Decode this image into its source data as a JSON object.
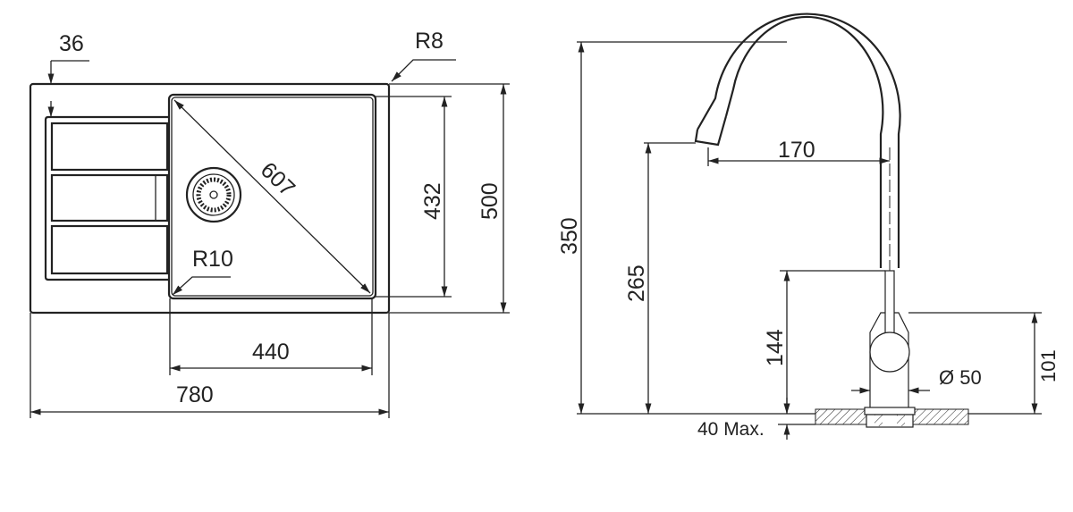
{
  "sink": {
    "dim_edge": "36",
    "dim_corner_radius": "R8",
    "dim_diagonal": "607",
    "dim_basin_depth": "432",
    "dim_overall_depth": "500",
    "dim_basin_radius": "R10",
    "dim_basin_width": "440",
    "dim_overall_width": "780"
  },
  "faucet": {
    "dim_total_height": "350",
    "dim_spout_reach": "170",
    "dim_spout_height": "265",
    "dim_lever_height": "144",
    "dim_base_diameter": "Ø 50",
    "dim_body_height": "101",
    "dim_counter_thickness": "40 Max."
  },
  "colors": {
    "line": "#222222",
    "background": "#ffffff"
  }
}
